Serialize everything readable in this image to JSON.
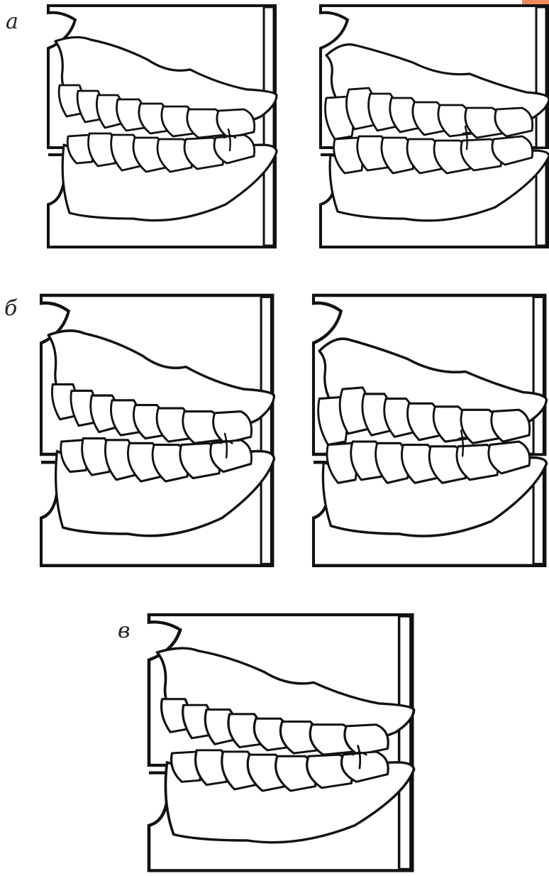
{
  "labels": {
    "a": "а",
    "b": "б",
    "c": "в"
  },
  "colors": {
    "line": "#111111",
    "background": "#ffffff",
    "corner_mark": "#f08a5a"
  }
}
